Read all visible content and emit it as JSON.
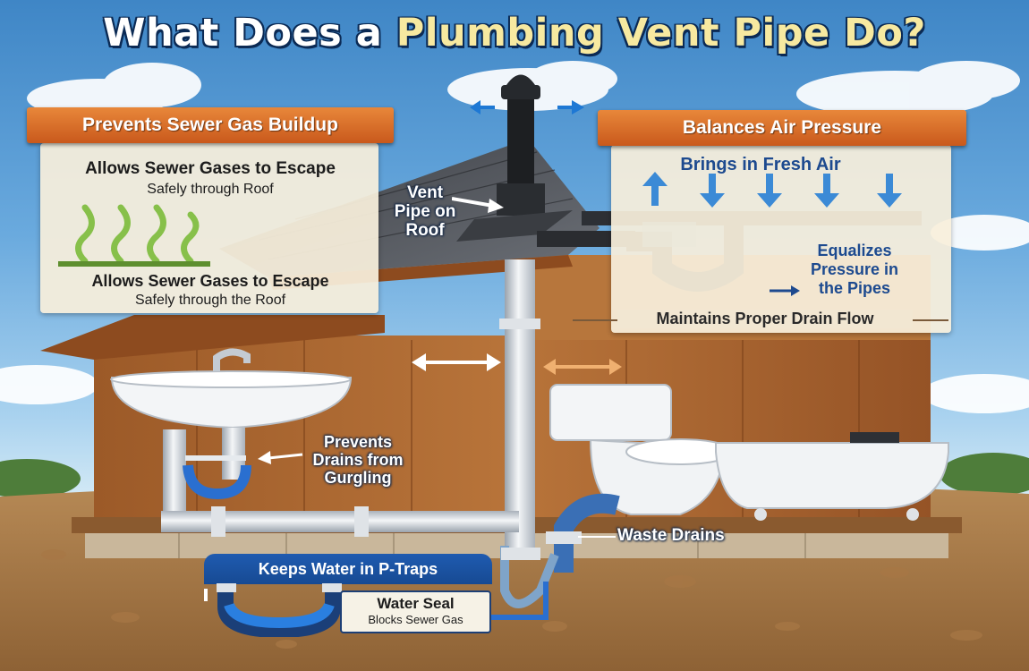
{
  "title": {
    "part1": "What Does a",
    "part2": "Plumbing Vent Pipe Do?"
  },
  "left_panel": {
    "heading": "Prevents Sewer Gas Buildup",
    "line1": "Allows Sewer Gases to Escape",
    "line2": "Safely through Roof",
    "line3": "Allows Sewer Gases to Escape",
    "line4": "Safely through the Roof"
  },
  "right_panel": {
    "heading": "Balances Air Pressure",
    "fresh_air": "Brings in Fresh Air",
    "equalizes": [
      "Equalizes",
      "Pressure in",
      "the Pipes"
    ],
    "drain_flow": "Maintains Proper Drain Flow"
  },
  "vent_label": [
    "Vent",
    "Pipe on",
    "Roof"
  ],
  "gurgle_label": [
    "Prevents",
    "Drains from",
    "Gurgling"
  ],
  "waste_label": "Waste Drains",
  "ptrap_box": {
    "heading": "Keeps Water in P-Traps",
    "seal": "Water Seal",
    "blocks": "Blocks Sewer Gas"
  },
  "colors": {
    "ribbon": "#d96a27",
    "navy": "#1d4a8f",
    "sky": "#4a90d0",
    "water": "#2a6fd0"
  }
}
